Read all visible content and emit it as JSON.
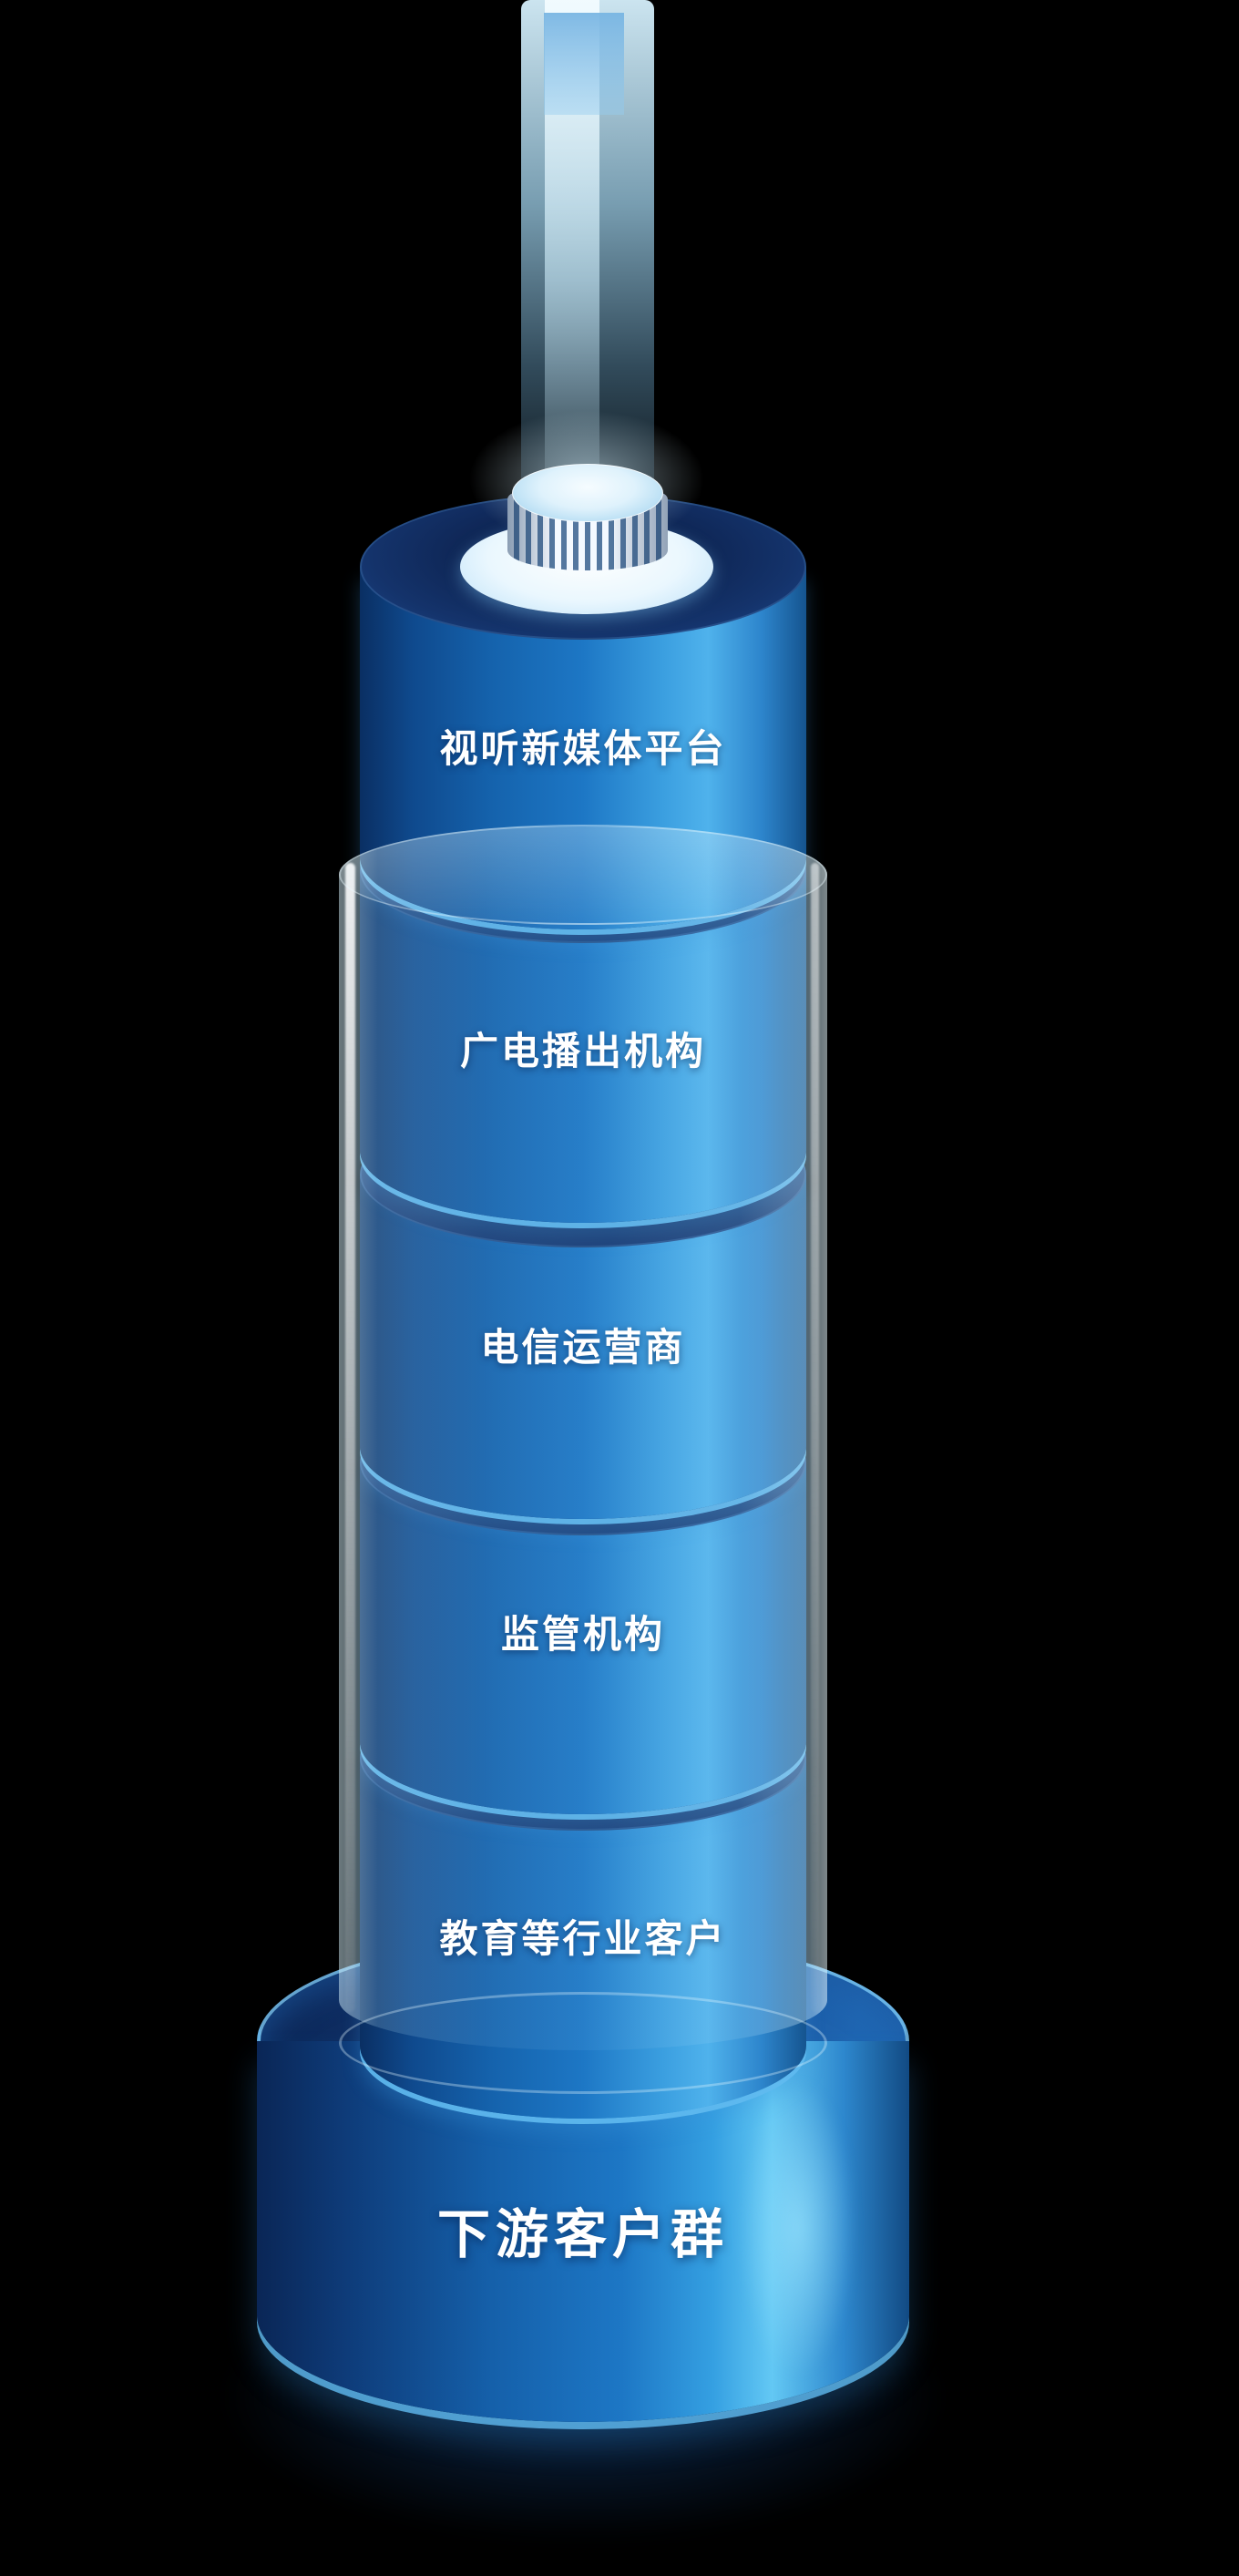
{
  "diagram": {
    "type": "stacked-cylinder-tower",
    "segments": [
      {
        "label": "视听新媒体平台"
      },
      {
        "label": "广电播出机构"
      },
      {
        "label": "电信运营商"
      },
      {
        "label": "监管机构"
      },
      {
        "label": "教育等行业客户"
      }
    ],
    "base": {
      "label": "下游客户群"
    },
    "colors": {
      "background": "#000000",
      "cylinder_top_dark": "#0b1e4a",
      "cylinder_mid_blue": "#1d77c5",
      "cylinder_bright_blue": "#4fb2ec",
      "base_highlight": "#63c8f4",
      "beam_light": "#d6f0fc",
      "label_text": "#ffffff"
    }
  }
}
